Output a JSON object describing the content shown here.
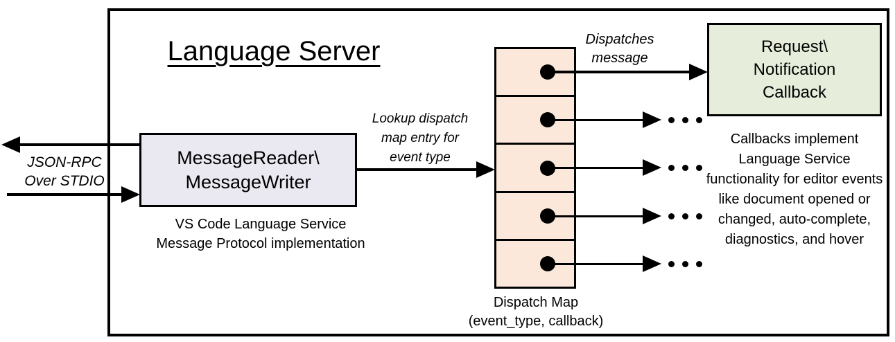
{
  "colors": {
    "message_box_fill": "#eae9f1",
    "dispatch_cell_fill": "#fce8da",
    "callback_box_fill": "#e6eedb",
    "line_color": "#000000",
    "background": "#ffffff"
  },
  "diagram": {
    "title": "Language Server",
    "io_label": {
      "line1": "JSON-RPC",
      "line2": "Over STDIO"
    },
    "message_box": {
      "line1": "MessageReader\\",
      "line2": "MessageWriter"
    },
    "message_box_caption": {
      "line1": "VS Code Language Service",
      "line2": "Message Protocol implementation"
    },
    "lookup_arrow_label": "Lookup dispatch map entry for event type",
    "dispatch_arrow_label": {
      "line1": "Dispatches",
      "line2": "message"
    },
    "dispatch_map": {
      "cells": 5,
      "caption_line1": "Dispatch Map",
      "caption_line2": "(event_type, callback)"
    },
    "callback_box": {
      "line1": "Request\\",
      "line2": "Notification",
      "line3": "Callback"
    },
    "callbacks_note": "Callbacks implement Language Service functionality for editor events like document opened or changed, auto-complete, diagnostics, and hover",
    "icons": {
      "ellipsis": "ellipsis-icon",
      "map_entry": "map-entry-dot-icon"
    }
  }
}
